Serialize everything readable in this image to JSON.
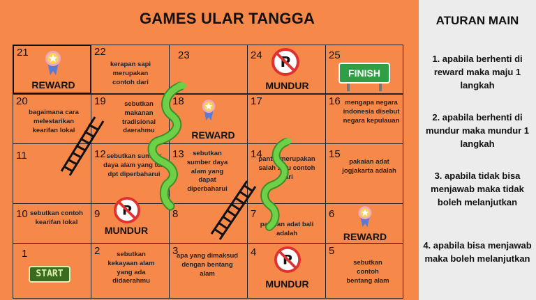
{
  "title": "GAMES ULAR TANGGA",
  "rules": {
    "title": "ATURAN MAIN",
    "items": [
      "1.  apabila berhenti di reward maka maju 1 langkah",
      "2. apabila berhenti di mundur maka mundur 1 langkah",
      "3. apabila tidak bisa menjawab maka tidak boleh melanjutkan",
      "4. apabila  bisa menjawab maka boleh melanjutkan"
    ]
  },
  "cells": {
    "c21": {
      "num": "21",
      "label": "REWARD"
    },
    "c22": {
      "num": "22",
      "text": "kerapan sapi merupakan contoh dari"
    },
    "c23": {
      "num": "23"
    },
    "c24": {
      "num": "24",
      "label": "MUNDUR"
    },
    "c25": {
      "num": "25",
      "label": "FINISH"
    },
    "c20": {
      "num": "20",
      "text": "bagaimana cara melestarikan kearifan lokal"
    },
    "c19": {
      "num": "19",
      "text": "sebutkan makanan tradisional daerahmu"
    },
    "c18": {
      "num": "18",
      "label": "REWARD"
    },
    "c17": {
      "num": "17"
    },
    "c16": {
      "num": "16",
      "text": "mengapa negara indonesia disebut negara kepulauan"
    },
    "c11": {
      "num": "11"
    },
    "c12": {
      "num": "12",
      "text": "sebutkan sumber daya alam yang tdk dpt diperbaharui"
    },
    "c13": {
      "num": "13",
      "text": "sebutkan sumber daya alam yang dapat diperbaharui"
    },
    "c14": {
      "num": "14",
      "text": "pantai merupakan salah satu contoh dari"
    },
    "c15": {
      "num": "15",
      "text": "pakaian adat jogjakarta adalah"
    },
    "c10": {
      "num": "10",
      "text": "sebutkan contoh kearifan lokal"
    },
    "c9": {
      "num": "9",
      "label": "MUNDUR"
    },
    "c8": {
      "num": "8"
    },
    "c7": {
      "num": "7",
      "text": "pakaian adat bali adalah"
    },
    "c6": {
      "num": "6",
      "label": "REWARD"
    },
    "c1": {
      "num": "1",
      "label": "START"
    },
    "c2": {
      "num": "2",
      "text": "sebutkan kekayaan alam yang ada didaerahmu"
    },
    "c3": {
      "num": "3",
      "text": "apa yang dimaksud dengan bentang alam"
    },
    "c4": {
      "num": "4",
      "label": "MUNDUR"
    },
    "c5": {
      "num": "5",
      "text": "sebutkan contoh bentang alam"
    }
  },
  "colors": {
    "background": "#f6894a",
    "panel": "#ececec",
    "snake": "#5cc23a",
    "finish_sign": "#2f9e44",
    "no_parking": "#e03131"
  }
}
